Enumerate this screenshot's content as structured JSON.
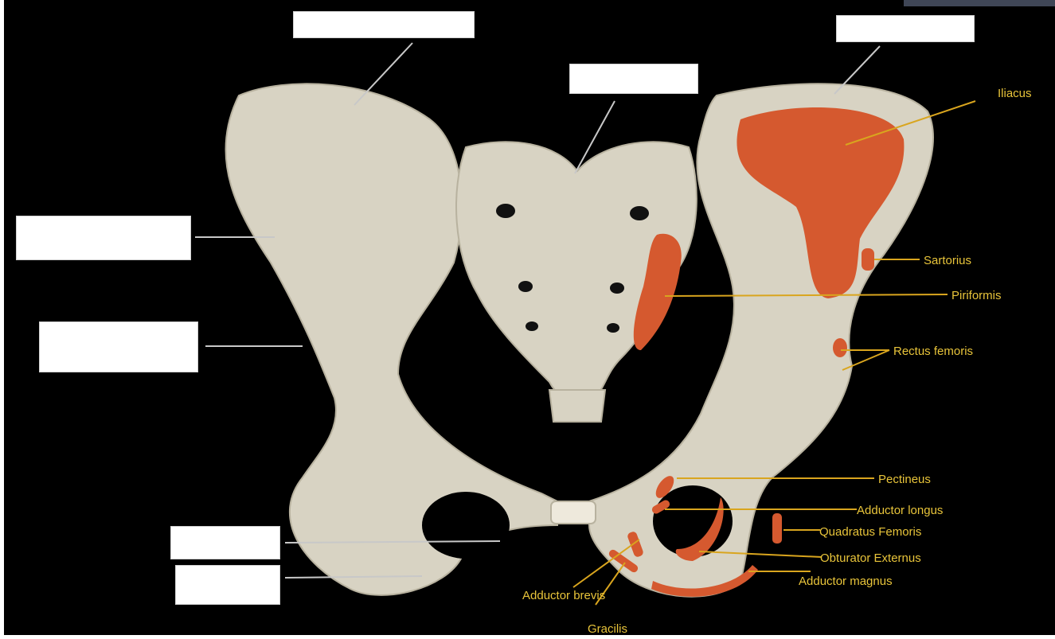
{
  "colors": {
    "background": "#000000",
    "bone": "#d8d3c3",
    "muscle": "#d5592f",
    "label_text": "#e8c43a",
    "leader_line_muscle": "#d9a51e",
    "leader_line_blank": "#c8c8c8",
    "blank_box": "#ffffff"
  },
  "muscle_labels": {
    "iliacus": "Iliacus",
    "sartorius": "Sartorius",
    "piriformis": "Piriformis",
    "rectus_femoris": "Rectus femoris",
    "pectineus": "Pectineus",
    "adductor_longus": "Adductor longus",
    "quadratus_femoris": "Quadratus Femoris",
    "obturator_externus": "Obturator Externus",
    "adductor_magnus": "Adductor magnus",
    "adductor_brevis": "Adductor brevis",
    "gracilis": "Gracilis"
  },
  "blank_labels": [
    "",
    "",
    "",
    "",
    "",
    "",
    "",
    ""
  ]
}
